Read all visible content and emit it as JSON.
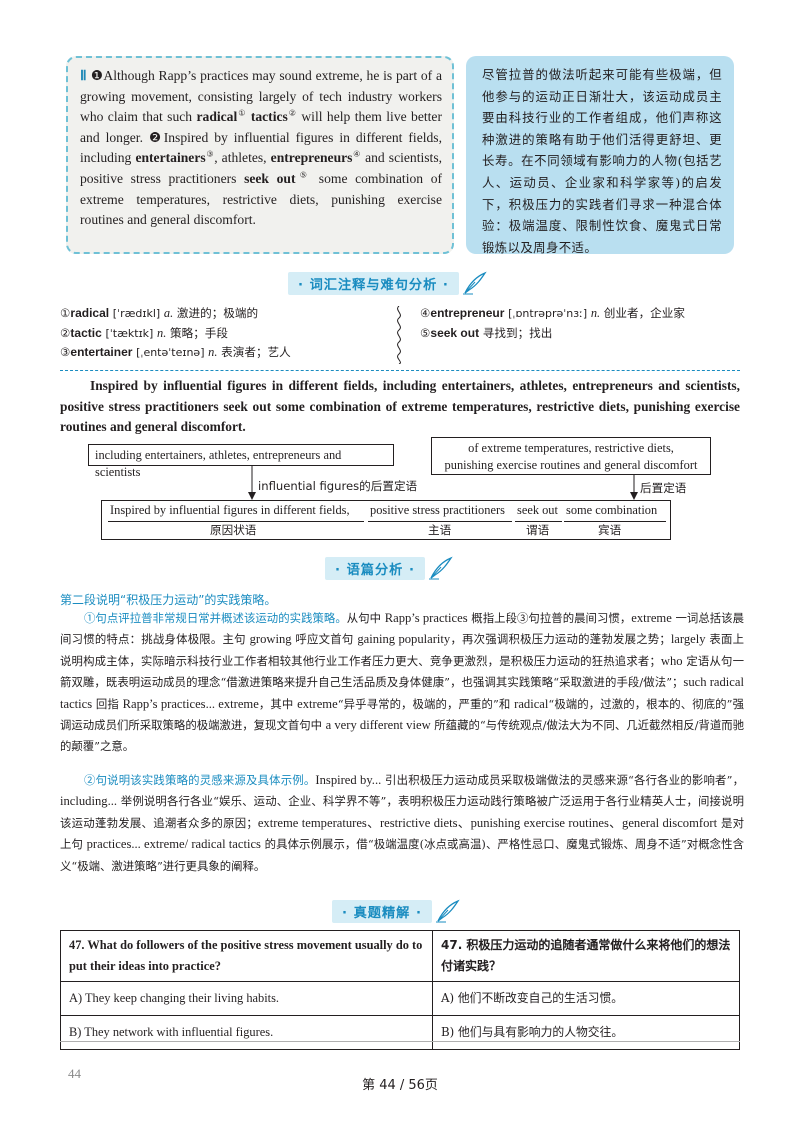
{
  "passage": {
    "para_marker": "Ⅱ",
    "en_html": "<span class=\"para-mark\" data-name=\"paragraph-marker\">Ⅱ</span> ❶Although Rapp’s practices may sound extreme, he is part of a growing movement, consisting largely of tech industry workers who claim that such <b>radical</b><sup>①</sup> <b>tactics</b><sup>②</sup> will help them live better and longer. ❷Inspired by influential figures in different fields, including <b>entertainers</b><sup>③</sup>, athletes, <b>entrepreneurs</b><sup>④</sup> and scientists, positive stress practitioners <b>seek out</b><sup>⑤</sup> some combination of extreme temperatures, restrictive diets, punishing exercise routines and general discomfort.",
    "cn": "尽管拉普的做法听起来可能有些极端，但他参与的运动正日渐壮大，该运动成员主要由科技行业的工作者组成，他们声称这种激进的策略有助于他们活得更舒坦、更长寿。在不同领域有影响力的人物(包括艺人、运动员、企业家和科学家等)的启发下，积极压力的实践者们寻求一种混合体验：极端温度、限制性饮食、魔鬼式日常锻炼以及周身不适。"
  },
  "vocab_banner": "· 词汇注释与难句分析 ·",
  "vocab_left": [
    {
      "num": "①",
      "word": "radical",
      "phon": "[ˈrædɪkl]",
      "pos": "a.",
      "meaning": "激进的；极端的"
    },
    {
      "num": "②",
      "word": "tactic",
      "phon": "[ˈtæktɪk]",
      "pos": "n.",
      "meaning": "策略；手段"
    },
    {
      "num": "③",
      "word": "entertainer",
      "phon": "[ˌentəˈteɪnə]",
      "pos": "n.",
      "meaning": "表演者；艺人"
    }
  ],
  "vocab_right": [
    {
      "num": "④",
      "word": "entrepreneur",
      "phon": "[ˌɒntrəprəˈnɜː]",
      "pos": "n.",
      "meaning": "创业者，企业家"
    },
    {
      "num": "⑤",
      "word": "seek out",
      "phon": "",
      "pos": "",
      "meaning": "寻找到；找出"
    }
  ],
  "long_sentence": "Inspired by influential figures in different fields, including entertainers, athletes, entrepreneurs and scientists, positive stress practitioners seek out some combination of extreme temperatures, restrictive diets, punishing exercise routines and general discomfort.",
  "diagram": {
    "box_left": "including entertainers, athletes, entrepreneurs and scientists",
    "box_right_1": "of extreme temperatures, restrictive diets,",
    "box_right_2": "punishing exercise routines and general discomfort",
    "label_left": "influential figures的后置定语",
    "label_right": "后置定语",
    "seg_1": "Inspired by influential figures in different fields,",
    "seg_2": "positive stress practitioners",
    "seg_3": "seek out",
    "seg_4": "some combination",
    "role_1": "原因状语",
    "role_2": "主语",
    "role_3": "谓语",
    "role_4": "宾语"
  },
  "discourse_banner": "· 语篇分析 ·",
  "discourse_heading": "第二段说明“积极压力运动”的实践策略。",
  "discourse_p1_lead": "①句点评拉普非常规日常并概述该运动的实践策略。",
  "discourse_p1_html": "从句中 <span class=\"en\">Rapp’s practices</span> 概指上段③句拉普的晨间习惯，<span class=\"en\">extreme</span> 一词总括该晨间习惯的特点：挑战身体极限。主句 <span class=\"en\">growing</span> 呼应文首句 <span class=\"en\">gaining popularity</span>，再次强调积极压力运动的蓬勃发展之势；<span class=\"en\">largely</span> 表面上说明构成主体，实际暗示科技行业工作者相较其他行业工作者压力更大、竞争更激烈，是积极压力运动的狂热追求者；<span class=\"en\">who</span> 定语从句一箭双雕，既表明运动成员的理念“借激进策略来提升自己生活品质及身体健康”，也强调其实践策略“采取激进的手段/做法”；<span class=\"en\">such radical tactics</span> 回指 <span class=\"en\">Rapp’s practices... extreme</span>，其中 <span class=\"en\">extreme</span>“异乎寻常的，极端的，严重的”和 <span class=\"en\">radical</span>“极端的，过激的，根本的、彻底的”强调运动成员们所采取策略的极端激进，复现文首句中 <span class=\"en\">a very different view</span> 所蕴藏的“与传统观点/做法大为不同、几近截然相反/背道而驰的颠覆”之意。",
  "discourse_p2_lead": "②句说明该实践策略的灵感来源及具体示例。",
  "discourse_p2_html": "<span class=\"en\">Inspired by...</span> 引出积极压力运动成员采取极端做法的灵感来源“各行各业的影响者”，<span class=\"en\">including...</span> 举例说明各行各业“娱乐、运动、企业、科学界不等”，表明积极压力运动践行策略被广泛运用于各行业精英人士，间接说明该运动蓬勃发展、追潮者众多的原因；<span class=\"en\">extreme temperatures、restrictive diets、punishing exercise routines、general discomfort</span> 是对上句 <span class=\"en\">practices... extreme/ radical tactics</span> 的具体示例展示，借“极端温度(冰点或高温)、严格性忌口、魔鬼式锻炼、周身不适”对概念性含义“极端、激进策略”进行更具象的阐释。",
  "exam_banner": "· 真题精解 ·",
  "question": {
    "q_en": "47. What do followers of the positive stress movement usually do to put their ideas into practice?",
    "q_cn": "47. 积极压力运动的追随者通常做什么来将他们的想法付诸实践？",
    "a_en": "A) They keep changing their living habits.",
    "a_cn": "A) 他们不断改变自己的生活习惯。",
    "b_en": "B) They network with influential figures.",
    "b_cn": "B) 他们与具有影响力的人物交往。"
  },
  "page_number": "44",
  "footer": "第 44 / 56页",
  "colors": {
    "accent_blue": "#1a8cc0",
    "cn_box_bg": "#b9dff0",
    "en_box_border": "#6fc1d6"
  }
}
